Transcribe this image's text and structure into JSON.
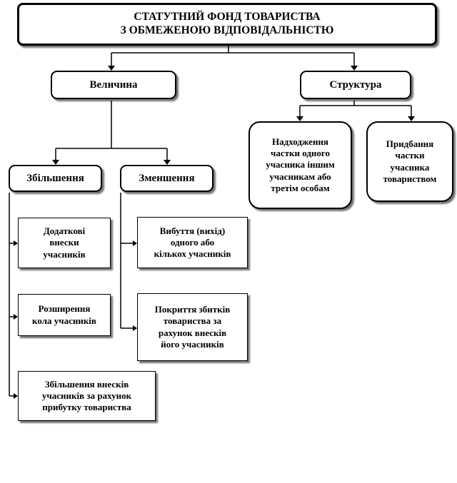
{
  "title": {
    "line1": "СТАТУТНИЙ ФОНД ТОВАРИСТВА",
    "line2": "З ОБМЕЖЕНОЮ ВІДПОВІДАЛЬНІСТЮ"
  },
  "categories": {
    "size": "Величина",
    "structure": "Структура",
    "increase": "Збільшення",
    "decrease": "Зменшення"
  },
  "increase_items": [
    {
      "lines": [
        "Додаткові",
        "внески",
        "учасників"
      ]
    },
    {
      "lines": [
        "Розширення",
        "кола учасників"
      ]
    },
    {
      "lines": [
        "Збільшення внесків",
        "учасників за рахунок",
        "прибутку товариства"
      ]
    }
  ],
  "decrease_items": [
    {
      "lines": [
        "Вибуття (вихід)",
        "одного або",
        "кількох учасників"
      ]
    },
    {
      "lines": [
        "Покриття збитків",
        "товариства за",
        "рахунок внесків",
        "його учасників"
      ]
    }
  ],
  "structure_items": [
    {
      "lines": [
        "Надходження",
        "частки одного",
        "учасника іншим",
        "учасникам або",
        "третім особам"
      ]
    },
    {
      "lines": [
        "Придбання",
        "частки",
        "учасника",
        "товариством"
      ]
    }
  ]
}
